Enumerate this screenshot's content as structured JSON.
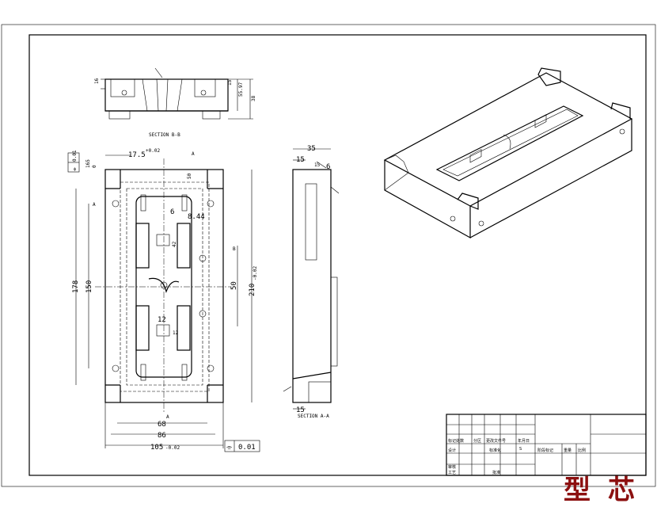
{
  "section_bb": {
    "caption": "SECTION B-B",
    "dims": {
      "left_16": "16",
      "right_15": "15",
      "d55_97": "55.97",
      "d38": "38"
    }
  },
  "front_view": {
    "dims": {
      "d17_5": "17.5",
      "d17_5_tol": "+0.02",
      "d165": "165",
      "d165_tol": "0",
      "d50_top": "50",
      "d6": "6",
      "d8_44": "8.44",
      "d42": "42",
      "d178": "178",
      "d150": "150",
      "d50": "50",
      "d210": "210",
      "d210_tol": "-0.02",
      "d12a": "12",
      "d12b": "12",
      "d68": "68",
      "d86": "86",
      "d105": "105",
      "d105_tol": "-0.02",
      "arrow_a": "A",
      "arrow_b": "B"
    },
    "flatness_top": {
      "symbol": "⌯",
      "value": "0.01"
    },
    "flatness_bottom": {
      "symbol": "⌯",
      "value": "0.01"
    }
  },
  "section_aa": {
    "caption": "SECTION A-A",
    "dims": {
      "d35": "35",
      "d15_top": "15",
      "d15_small": "15",
      "d6": "6",
      "d15_bottom": "15"
    }
  },
  "title_block": {
    "labels": {
      "marks": "标记处数",
      "zone": "分区",
      "change_doc": "更改文件号",
      "sign_date": "年月日",
      "design": "设计",
      "standardize": "标准化",
      "stage_mark": "阶段标记",
      "weight": "重量",
      "scale": "比例",
      "audit": "审核",
      "process": "工艺",
      "approve": "批准",
      "stage": "S"
    }
  },
  "watermark": "型芯"
}
